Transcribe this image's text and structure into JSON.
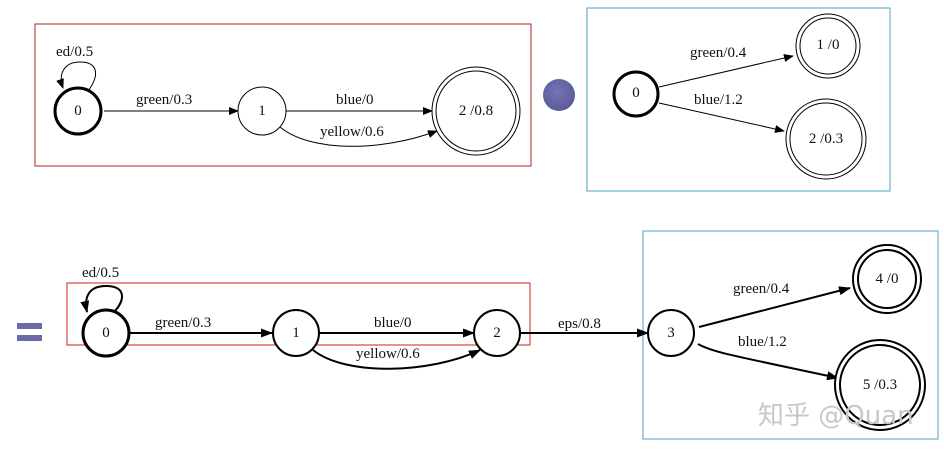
{
  "colors": {
    "red_box": "#b22222",
    "blue_box": "#4fa3c7",
    "operator": "#6b6ba8"
  },
  "operator_dot": "compose-dot",
  "operator_equals": "=",
  "fst_a": {
    "nodes": [
      {
        "id": "0",
        "label": "0",
        "initial": true,
        "final": false
      },
      {
        "id": "1",
        "label": "1",
        "initial": false,
        "final": false
      },
      {
        "id": "2",
        "label": "2 /0.8",
        "initial": false,
        "final": true
      }
    ],
    "edges": [
      {
        "from": "0",
        "to": "0",
        "label": "ed/0.5"
      },
      {
        "from": "0",
        "to": "1",
        "label": "green/0.3"
      },
      {
        "from": "1",
        "to": "2",
        "label": "blue/0"
      },
      {
        "from": "1",
        "to": "2",
        "label": "yellow/0.6"
      }
    ]
  },
  "fst_b": {
    "nodes": [
      {
        "id": "0",
        "label": "0",
        "initial": true,
        "final": false
      },
      {
        "id": "1",
        "label": "1 /0",
        "initial": false,
        "final": true
      },
      {
        "id": "2",
        "label": "2 /0.3",
        "initial": false,
        "final": true
      }
    ],
    "edges": [
      {
        "from": "0",
        "to": "1",
        "label": "green/0.4"
      },
      {
        "from": "0",
        "to": "2",
        "label": "blue/1.2"
      }
    ]
  },
  "result": {
    "nodes": [
      {
        "id": "0",
        "label": "0"
      },
      {
        "id": "1",
        "label": "1"
      },
      {
        "id": "2",
        "label": "2"
      },
      {
        "id": "3",
        "label": "3"
      },
      {
        "id": "4",
        "label": "4 /0"
      },
      {
        "id": "5",
        "label": "5 /0.3"
      }
    ],
    "edges": [
      {
        "from": "0",
        "to": "0",
        "label": "ed/0.5"
      },
      {
        "from": "0",
        "to": "1",
        "label": "green/0.3"
      },
      {
        "from": "1",
        "to": "2",
        "label": "blue/0"
      },
      {
        "from": "1",
        "to": "2",
        "label": "yellow/0.6"
      },
      {
        "from": "2",
        "to": "3",
        "label": "eps/0.8"
      },
      {
        "from": "3",
        "to": "4",
        "label": "green/0.4"
      },
      {
        "from": "3",
        "to": "5",
        "label": "blue/1.2"
      }
    ]
  },
  "watermark": "知乎 @Quan"
}
